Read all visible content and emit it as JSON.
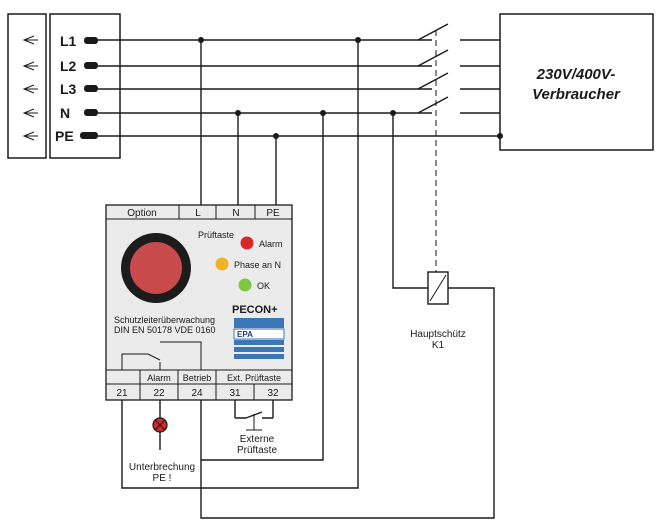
{
  "terminals": {
    "labels": [
      "L1",
      "L2",
      "L3",
      "N",
      "PE"
    ]
  },
  "consumer": {
    "line1": "230V/400V-",
    "line2": "Verbraucher"
  },
  "device": {
    "top_labels": [
      "Option",
      "L",
      "N",
      "PE"
    ],
    "test_button_label": "Prüftaste",
    "leds": [
      {
        "label": "Alarm",
        "color": "#d9262b"
      },
      {
        "label": "Phase an N",
        "color": "#f0b32a"
      },
      {
        "label": "OK",
        "color": "#7dc742"
      }
    ],
    "brand": "PECON+",
    "logo_text": "EPA",
    "standard_line1": "Schutzleiterüberwachung",
    "standard_line2": "DIN EN 50178 VDE 0160",
    "bottom_labels": [
      "Alarm",
      "Betrieb",
      "Ext. Prüftaste"
    ],
    "terminal_numbers": [
      "21",
      "22",
      "24",
      "31",
      "32"
    ]
  },
  "contactor": {
    "line1": "Hauptschütz",
    "line2": "K1"
  },
  "external_button": {
    "line1": "Externe",
    "line2": "Prüftaste"
  },
  "alarm_lamp": {
    "line1": "Unterbrechung",
    "line2": "PE !",
    "color": "#d9262b"
  },
  "colors": {
    "button_red": "#c94a4a",
    "epa_blue": "#3a77b7",
    "device_fill": "#ebebeb"
  }
}
